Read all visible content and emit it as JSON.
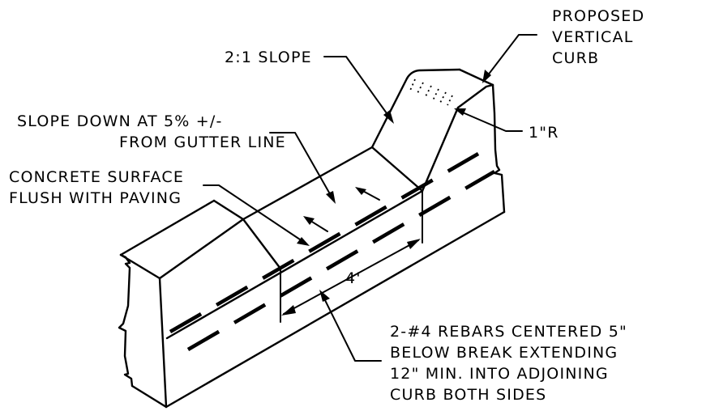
{
  "labels": {
    "proposed_curb_1": "PROPOSED",
    "proposed_curb_2": "VERTICAL",
    "proposed_curb_3": "CURB",
    "slope_2_1": "2:1 SLOPE",
    "slope_down_1": "SLOPE DOWN AT 5% +/-",
    "slope_down_2": "FROM GUTTER LINE",
    "radius": "1\"R",
    "concrete_1": "CONCRETE SURFACE",
    "concrete_2": "FLUSH WITH PAVING",
    "dimension": "4'",
    "rebar_1": "2-#4 REBARS CENTERED 5\"",
    "rebar_2": "BELOW BREAK EXTENDING",
    "rebar_3": "12\" MIN. INTO ADJOINING",
    "rebar_4": "CURB BOTH SIDES"
  }
}
